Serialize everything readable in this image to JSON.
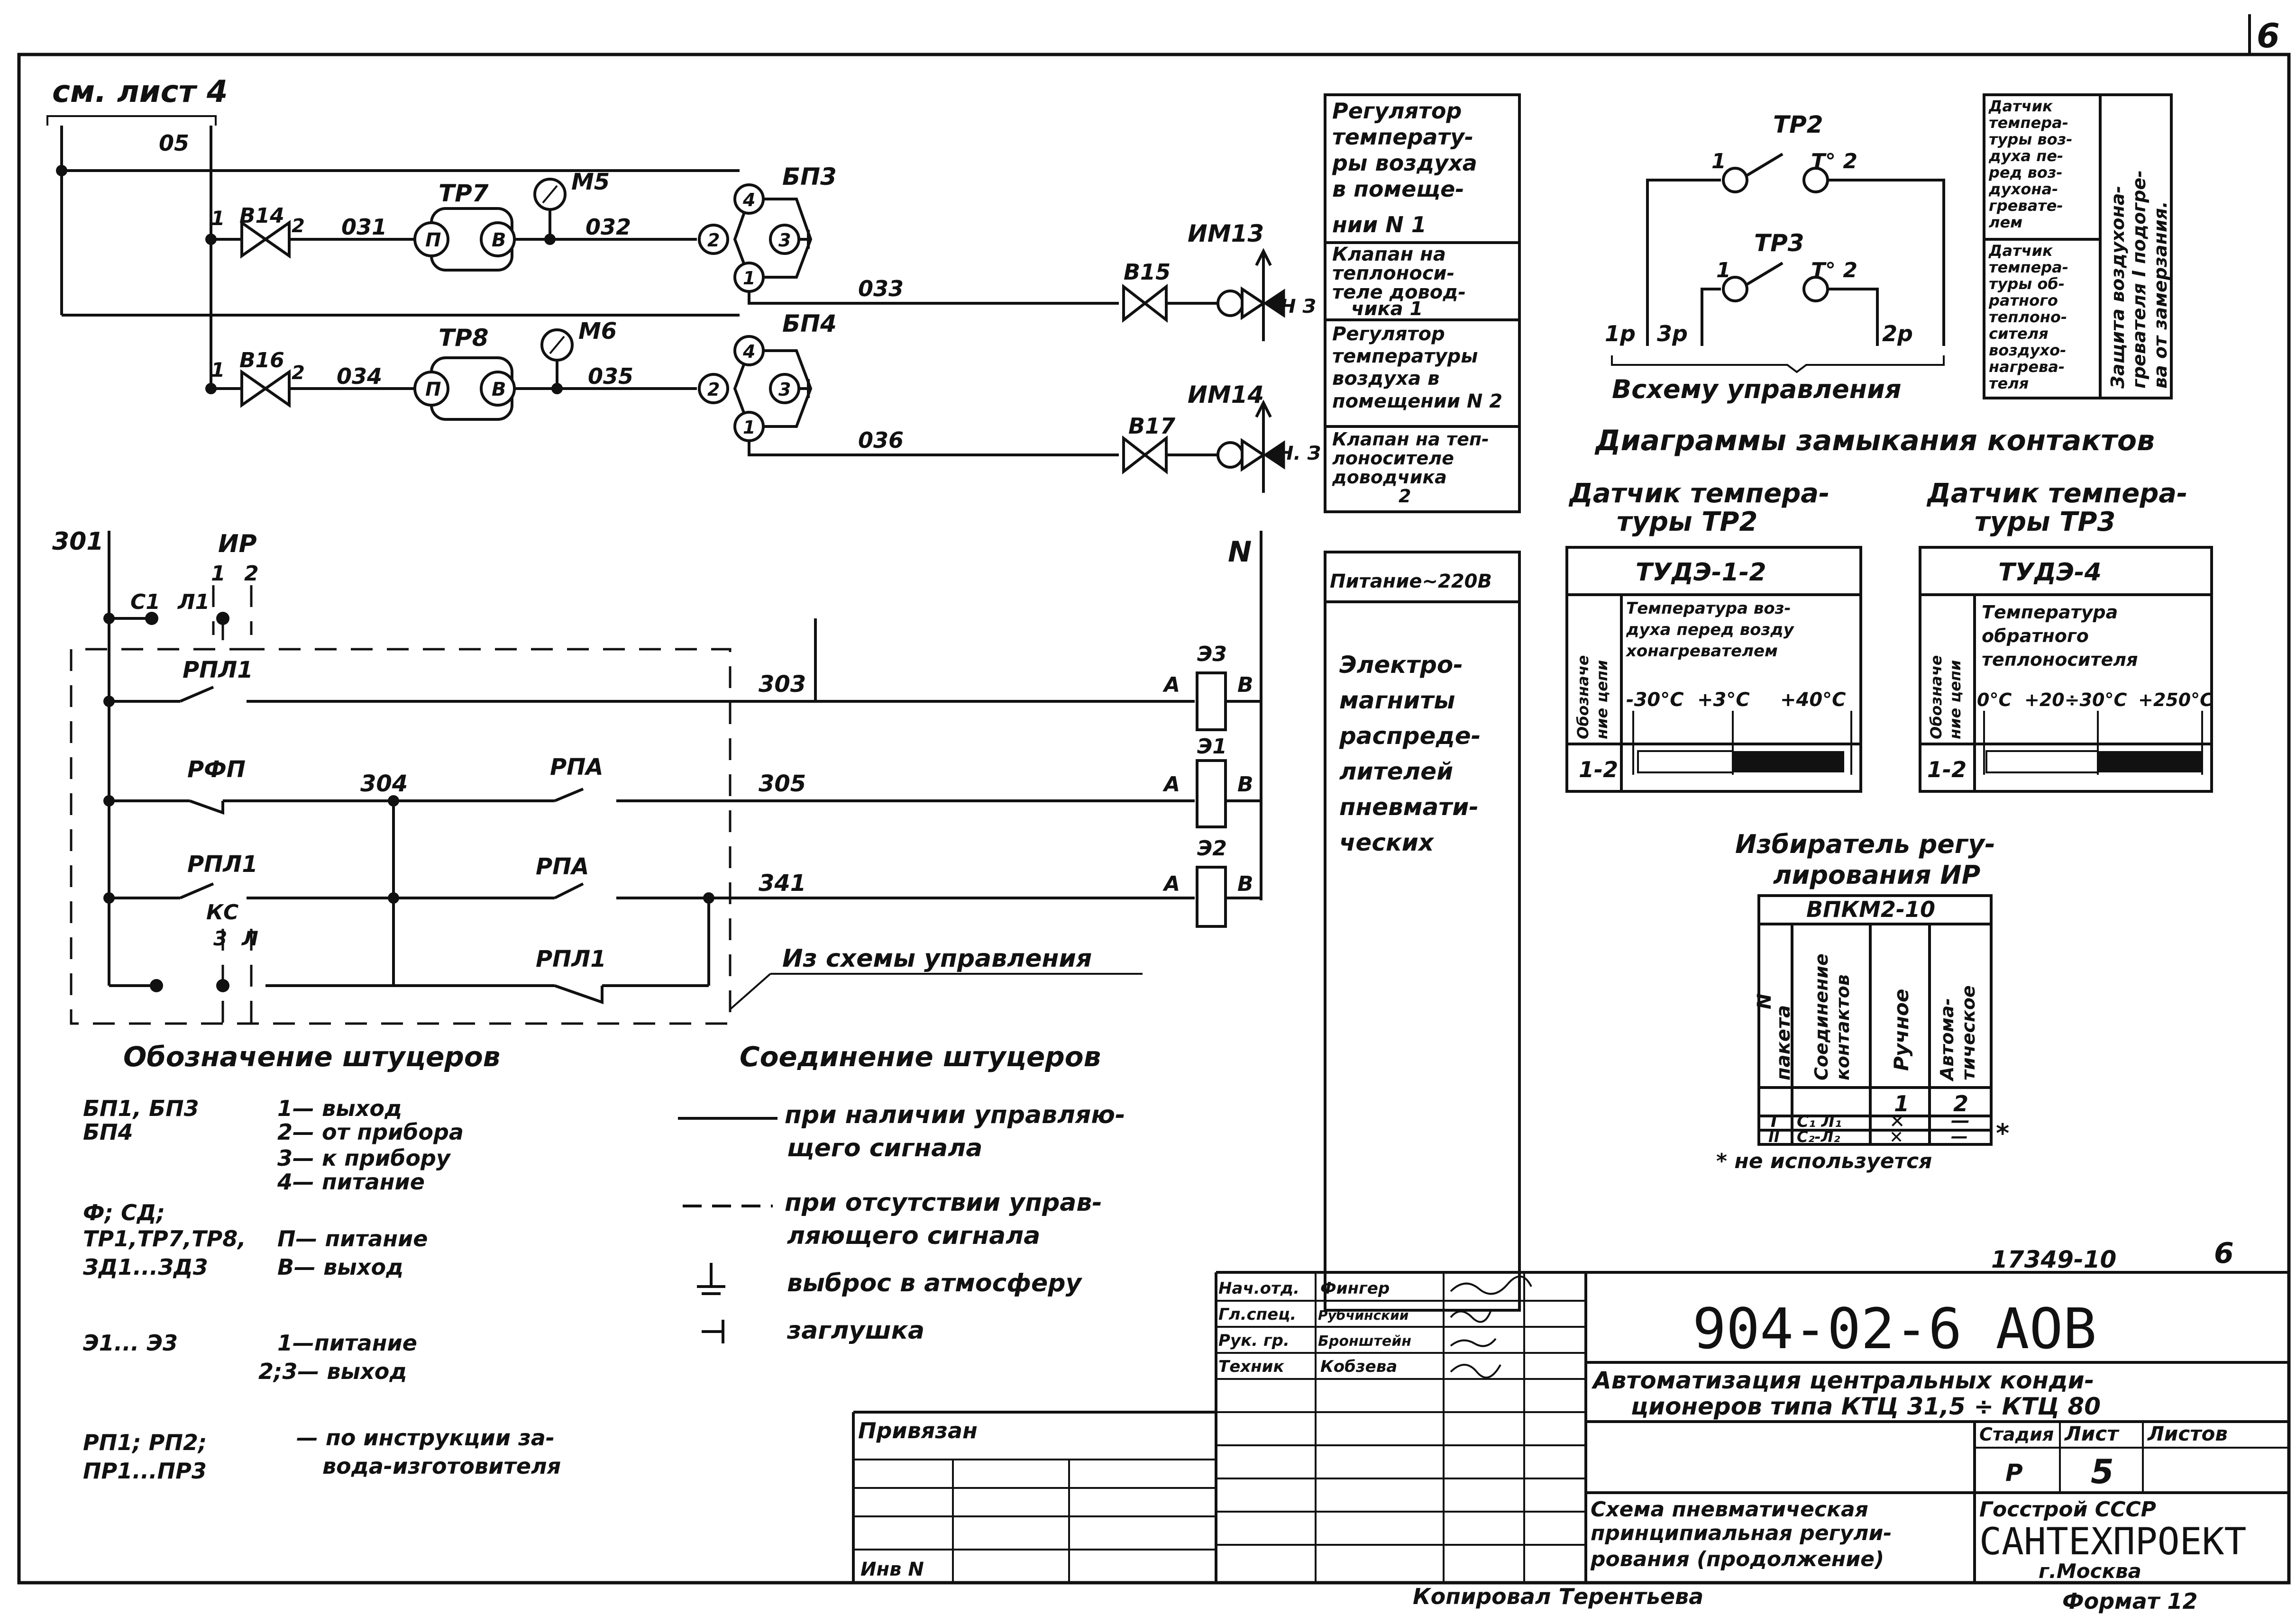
{
  "sheet_ref": "6",
  "left_diagram": {
    "see_sheet": "см. лист 4",
    "line_05": "05",
    "v14": "В14",
    "v16": "В16",
    "v15": "В15",
    "v17": "В17",
    "p1": "1",
    "p2": "2",
    "p1b": "1",
    "p2b": "2",
    "w031": "031",
    "w032": "032",
    "w033": "033",
    "w034": "034",
    "w035": "035",
    "w036": "036",
    "tp7": "ТР7",
    "tp8": "ТР8",
    "m5": "М5",
    "m6": "М6",
    "bp3": "БП3",
    "bp4": "БП4",
    "port_p": "П",
    "port_v": "В",
    "port_p2": "П",
    "port_v2": "В",
    "n1": "1",
    "n2": "2",
    "n3": "3",
    "n4": "4",
    "n1b": "1",
    "n2b": "2",
    "n3b": "3",
    "n4b": "4",
    "im13": "ИМ13",
    "im14": "ИМ14",
    "nz1": "Н З",
    "nz2": "Н. З"
  },
  "legend_top": {
    "r1": [
      "Регулятор",
      "температу-",
      "ры воздуха",
      "в помеще-",
      "нии N 1"
    ],
    "r2": [
      "Клапан на",
      "теплоноси-",
      "теле довод-",
      "чика 1"
    ],
    "r3": [
      "Регулятор",
      "температуры",
      "воздуха в",
      "помещении N 2"
    ],
    "r4": [
      "Клапан на теп-",
      "лоносителе",
      "доводчика",
      "2"
    ]
  },
  "tp_schema": {
    "tp2": "ТР2",
    "tp3": "ТР3",
    "t2a": "T° 2",
    "t2b": "T° 2",
    "c1": "1",
    "c1b": "1",
    "p1": "1р",
    "p3": "3р",
    "p2": "2р",
    "caption": "Всхему управления"
  },
  "legend_sensor": {
    "a": [
      "Датчик",
      "темпера-",
      "туры воз-",
      "духа пе-",
      "ред воз-",
      "духона-",
      "гревате-",
      "лем"
    ],
    "b": [
      "Датчик",
      "темпера-",
      "туры об-",
      "ратного",
      "теплоно-",
      "сителя",
      "воздухо-",
      "нагрева-",
      "теля"
    ],
    "c": [
      "Защита воздухона-",
      "гревателя I подогре-",
      "ва от замерзания."
    ]
  },
  "contact_diagrams": {
    "title": "Диаграммы замыкания контактов",
    "s1_title": [
      "Датчик темпера-",
      "туры ТР2"
    ],
    "s2_title": [
      "Датчик темпера-",
      "туры ТР3"
    ],
    "t1": {
      "model": "ТУДЭ-1-2",
      "desc": [
        "Температура воз-",
        "духа перед возду",
        "хонагревателем"
      ],
      "side": [
        "Обозначе",
        "ние цепи"
      ],
      "scale": [
        "-30°С",
        "+3°С",
        "+40°С"
      ],
      "row": "1-2"
    },
    "t2": {
      "model": "ТУДЭ-4",
      "desc": [
        "Температура",
        "обратного",
        "теплоносителя"
      ],
      "side": [
        "Обозначе",
        "ние цепи"
      ],
      "scale": [
        "0°С",
        "+20÷30°С",
        "+250°С"
      ],
      "row": "1-2"
    }
  },
  "elec": {
    "w301": "301",
    "ir": "ИР",
    "i1": "1",
    "i2": "2",
    "n": "N",
    "c1": "С1",
    "l1": "Л1",
    "rpl1a": "РПЛ1",
    "rfp": "РФП",
    "w304": "304",
    "rpa1": "РПА",
    "rpl1b": "РПЛ1",
    "rpa2": "РПА",
    "ks": "КС",
    "k3": "3",
    "kl": "Л",
    "rpl1c": "РПЛ1",
    "w303": "303",
    "w305": "305",
    "w341": "341",
    "e3": "Э3",
    "e1": "Э1",
    "e2": "Э2",
    "a": "А",
    "b": "В",
    "from_ctrl": "Из схемы управления"
  },
  "power": {
    "title": "Питание~220В",
    "text": [
      "Электро-",
      "магниты",
      "распреде-",
      "лителей",
      "пневмати-",
      "ческих"
    ]
  },
  "fittings": {
    "title": "Обозначение штуцеров",
    "rows": [
      [
        "БП1, БП3",
        "1— выход"
      ],
      [
        "БП4",
        "2— от прибора"
      ],
      [
        "",
        "3— к прибору"
      ],
      [
        "",
        "4— питание"
      ],
      [
        "Ф; СД;",
        ""
      ],
      [
        "ТР1,ТР7,ТР8,",
        "П— питание"
      ],
      [
        "ЗД1...ЗД3",
        "В— выход"
      ],
      [
        "Э1... Э3",
        "1—питание"
      ],
      [
        "",
        "2;3— выход"
      ],
      [
        "РП1; РП2;",
        "— по инструкции за-"
      ],
      [
        "ПР1...ПР3",
        "вода-изготовителя"
      ]
    ]
  },
  "connections": {
    "title": "Соединение штуцеров",
    "solid": [
      "при наличии управляю-",
      "щего сигнала"
    ],
    "dashed": [
      "при отсутствии управ-",
      "ляющего сигнала"
    ],
    "vent": "выброс в атмосферу",
    "plug": "заглушка"
  },
  "selector": {
    "title": [
      "Избиратель регу-",
      "лирования ИР"
    ],
    "model": "ВПКМ2-10",
    "h1": [
      "N",
      "пакета"
    ],
    "h2": [
      "Соединение",
      "контактов"
    ],
    "h3": "Ручное",
    "h4": [
      "Автома-",
      "тическое"
    ],
    "c1": "1",
    "c2": "2",
    "rows": [
      [
        "I",
        "С₁ Л₁",
        "✕",
        "—"
      ],
      [
        "II",
        "С₂-Л₂",
        "✕",
        "—"
      ]
    ],
    "star": "*",
    "note": "* не используется"
  },
  "title_block": {
    "doc_num": "17349-10",
    "doc_page": "6",
    "roles": [
      [
        "Нач.отд.",
        "Фингер"
      ],
      [
        "Гл.спец.",
        "Рубчинский"
      ],
      [
        "Рук. гр.",
        "Бронштейн"
      ],
      [
        "Техник",
        "Кобзева"
      ]
    ],
    "code": "904-02-6 АОВ",
    "project": [
      "Автоматизация центральных конди-",
      "ционеров типа КТЦ 31,5 ÷ КТЦ 80"
    ],
    "stage_h": "Стадия",
    "sheet_h": "Лист",
    "sheets_h": "Листов",
    "stage": "Р",
    "sheet": "5",
    "sheet_title": [
      "Схема пневматическая",
      "принципиальная регули-",
      "рования (продолжение)"
    ],
    "org1": "Госстрой   СССР",
    "org2": "САНТЕХПРОЕКТ",
    "org3": "г.Москва",
    "bound": "Привязан",
    "inv": "Инв N",
    "copied": "Копировал Терентьева",
    "format": "Формат 12"
  }
}
